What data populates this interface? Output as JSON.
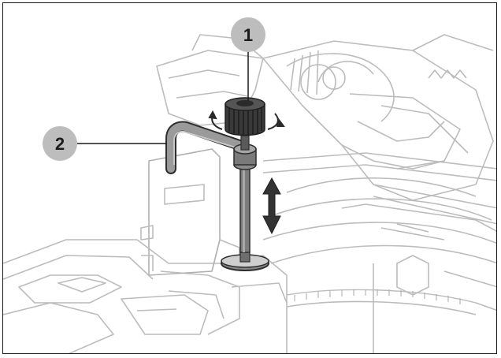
{
  "diagram": {
    "callouts": [
      {
        "id": "1",
        "label": "1"
      },
      {
        "id": "2",
        "label": "2"
      }
    ],
    "colors": {
      "line_art": "#b9b9b9",
      "line_art_light": "#d6d6d6",
      "part_dark": "#3a3a3a",
      "part_mid": "#6e6e6e",
      "part_light": "#9a9a9a",
      "callout_fill": "#bdbdbd",
      "frame": "#1a1a1a"
    },
    "icons": [
      "rotate-arrow-icon",
      "up-down-arrow-icon"
    ]
  }
}
